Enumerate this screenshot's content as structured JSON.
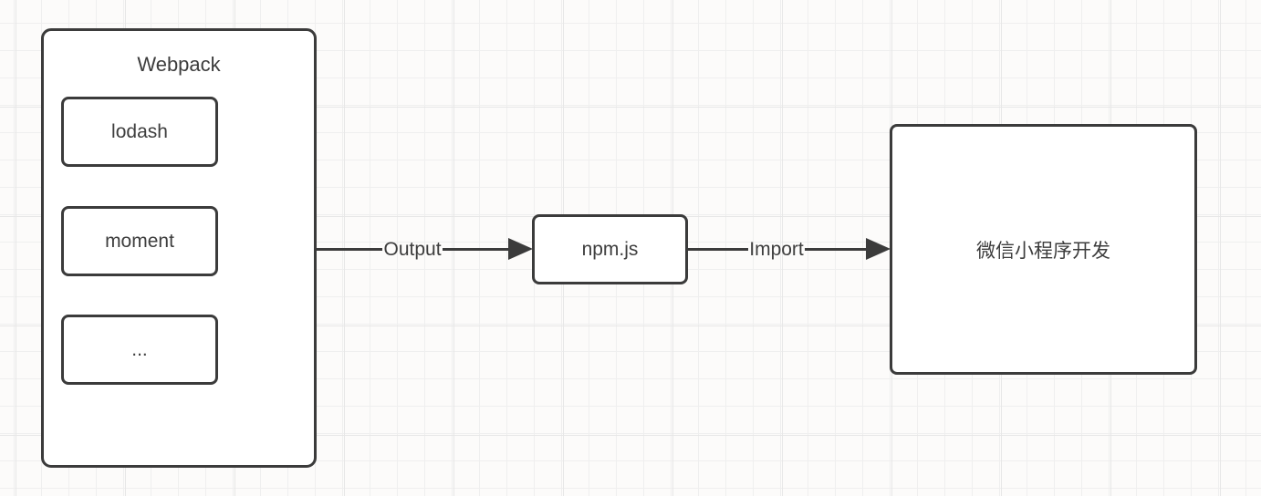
{
  "diagram": {
    "webpack": {
      "title": "Webpack",
      "modules": [
        {
          "label": "lodash"
        },
        {
          "label": "moment"
        },
        {
          "label": "..."
        }
      ]
    },
    "npm": {
      "label": "npm.js"
    },
    "miniprogram": {
      "label": "微信小程序开发"
    },
    "arrows": [
      {
        "label": "Output"
      },
      {
        "label": "Import"
      }
    ],
    "colors": {
      "stroke": "#3b3b3b",
      "text": "#3d3d3d",
      "background": "#fcfbfa",
      "grid_minor": "#efefef",
      "grid_major": "#e7e7e7",
      "box_fill": "#ffffff"
    }
  }
}
